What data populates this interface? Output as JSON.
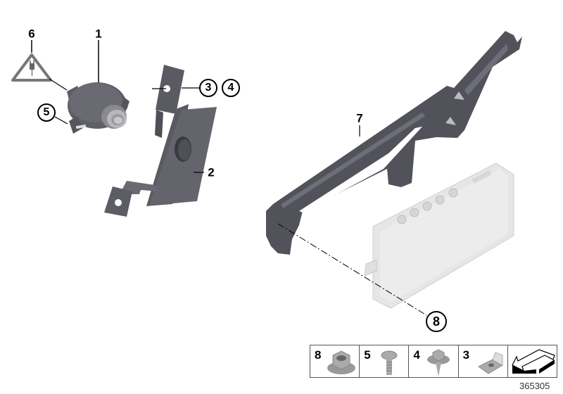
{
  "diagram": {
    "type": "parts-exploded-view",
    "diagram_number": "365305",
    "callouts": [
      {
        "id": "6",
        "style": "plain",
        "part": "warning-symbol-electrical-connector"
      },
      {
        "id": "1",
        "style": "plain",
        "part": "camera-sensor-unit"
      },
      {
        "id": "5",
        "style": "circled",
        "part": "screw"
      },
      {
        "id": "3",
        "style": "circled",
        "part": "clip-nut"
      },
      {
        "id": "4",
        "style": "circled",
        "part": "self-tapping-screw"
      },
      {
        "id": "2",
        "style": "plain",
        "part": "mounting-bracket"
      },
      {
        "id": "7",
        "style": "plain",
        "part": "holder-bracket"
      },
      {
        "id": "8",
        "style": "circled",
        "part": "hex-flange-nut"
      }
    ],
    "fasteners_strip": [
      {
        "num": "8",
        "icon": "hex-flange-nut-icon"
      },
      {
        "num": "5",
        "icon": "pan-head-screw-icon"
      },
      {
        "num": "4",
        "icon": "hex-head-tapping-screw-icon"
      },
      {
        "num": "3",
        "icon": "clip-nut-icon"
      },
      {
        "num": "",
        "icon": "direction-arrow-icon"
      }
    ],
    "colors": {
      "part_dark": "#55555f",
      "part_mid": "#6e6e78",
      "part_light": "#d8d8d8",
      "module_fill": "#e4e4e4",
      "line": "#000000"
    }
  }
}
